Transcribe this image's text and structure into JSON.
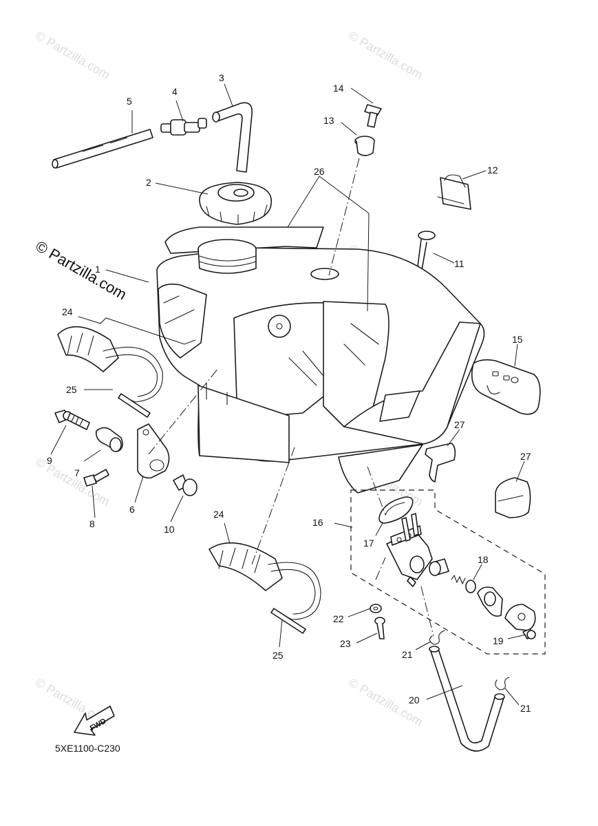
{
  "diagram_code": "5XE1100-C230",
  "watermark": "© Partzilla.com",
  "fwd_label": "FWD",
  "callouts": {
    "c1": "1",
    "c2": "2",
    "c3": "3",
    "c4": "4",
    "c5": "5",
    "c6": "6",
    "c7": "7",
    "c8": "8",
    "c9": "9",
    "c10": "10",
    "c11": "11",
    "c12": "12",
    "c13": "13",
    "c14": "14",
    "c15": "15",
    "c16": "16",
    "c17": "17",
    "c18": "18",
    "c19": "19",
    "c20": "20",
    "c21a": "21",
    "c21b": "21",
    "c22": "22",
    "c23": "23",
    "c24a": "24",
    "c24b": "24",
    "c25a": "25",
    "c25b": "25",
    "c26": "26",
    "c27a": "27",
    "c27b": "27"
  }
}
